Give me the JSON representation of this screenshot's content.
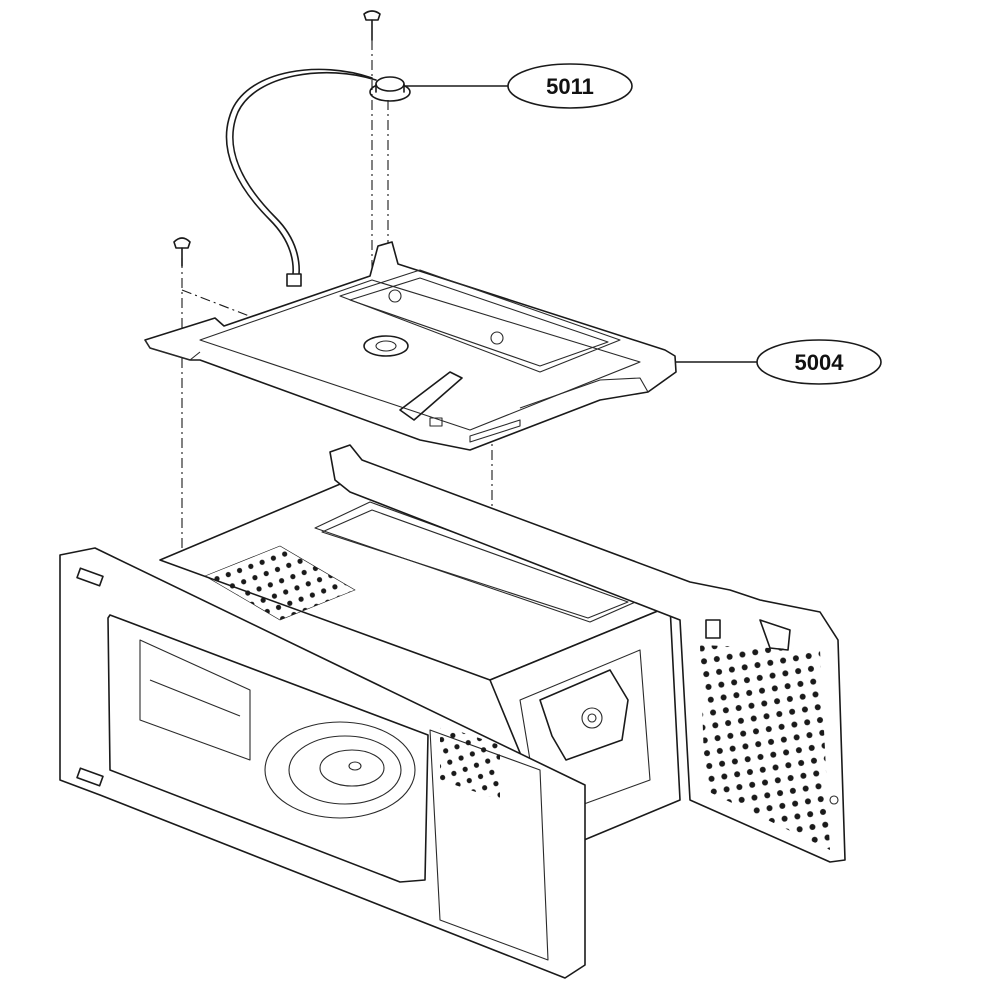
{
  "callouts": [
    {
      "id": "callout-5011",
      "label": "5011"
    },
    {
      "id": "callout-5004",
      "label": "5004"
    }
  ],
  "colors": {
    "line": "#1a1a1a",
    "background": "#ffffff"
  }
}
